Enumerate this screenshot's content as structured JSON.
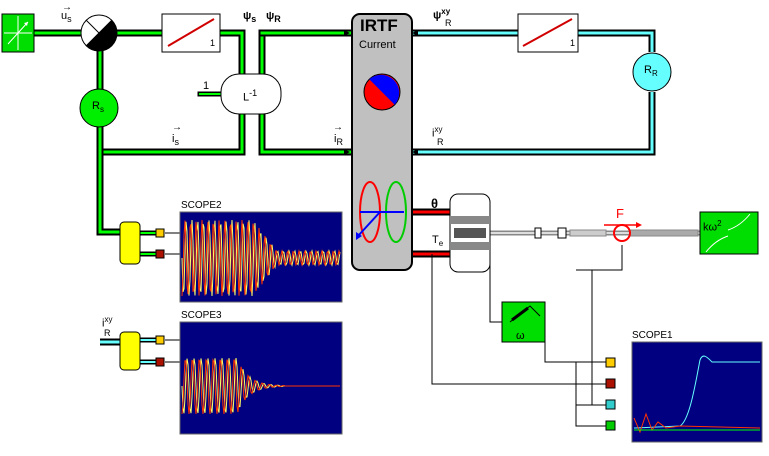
{
  "labels": {
    "us": "u",
    "us_sub": "s",
    "psi_s": "ψ",
    "psi_s_sub": "s",
    "psi_r": "ψ",
    "psi_r_sub": "R",
    "psi_r_xy": "ψ",
    "psi_r_xy_sup": "xy",
    "psi_r_xy_sub": "R",
    "rs": "R",
    "rs_sub": "s",
    "rr": "R",
    "rr_sub": "R",
    "is": "i",
    "is_sub": "s",
    "ir": "i",
    "ir_sub": "R",
    "ir_xy": "i",
    "ir_xy_sup": "xy",
    "ir_xy_sub": "R",
    "ir_xy2": "i",
    "ir_xy2_sup": "xy",
    "ir_xy2_sub": "R",
    "one_const": "1",
    "linv": "L",
    "linv_sup": "-1",
    "gain1": "1",
    "gain2": "1",
    "theta": "θ",
    "te": "T",
    "te_sub": "e",
    "force": "F",
    "omega": "ω",
    "kw2": "kω",
    "kw2_sup": "2"
  },
  "irtf": {
    "title": "IRTF",
    "subtitle": "Current"
  },
  "scopes": [
    {
      "id": "scope2",
      "title": "SCOPE2"
    },
    {
      "id": "scope3",
      "title": "SCOPE3"
    },
    {
      "id": "scope1",
      "title": "SCOPE1"
    }
  ],
  "colors": {
    "green_wire": "#00ff00",
    "cyan_wire": "#66ffff",
    "scope_bg": "#000080",
    "signal_yellow": "#ffff66",
    "signal_red": "#ff3300",
    "block_green": "#00dd00",
    "irtf_gray": "#c0c0c0"
  }
}
